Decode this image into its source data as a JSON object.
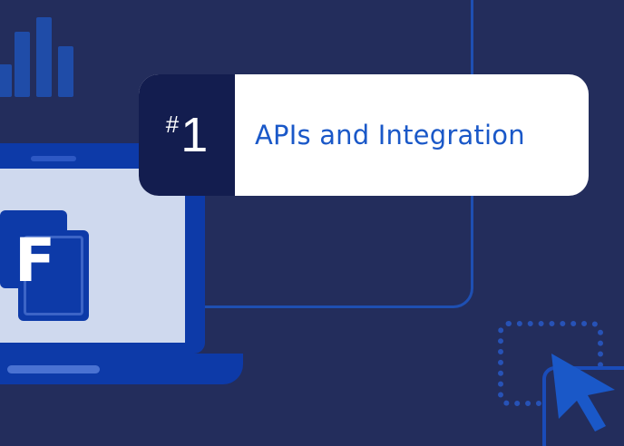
{
  "card": {
    "hash": "#",
    "number": "1",
    "title": "APIs and Integration"
  },
  "logo": {
    "letter": "F"
  },
  "icons": {
    "bar_chart": "bar-chart-icon",
    "laptop": "laptop-icon",
    "logo": "f-logo-icon",
    "cursor": "arrow-cursor-icon",
    "selection": "dashed-selection-icon"
  },
  "colors": {
    "background": "#232d5c",
    "card_number_bg": "#131d4f",
    "card_title_text": "#1a58c8",
    "accent_blue": "#0d3aa8"
  }
}
